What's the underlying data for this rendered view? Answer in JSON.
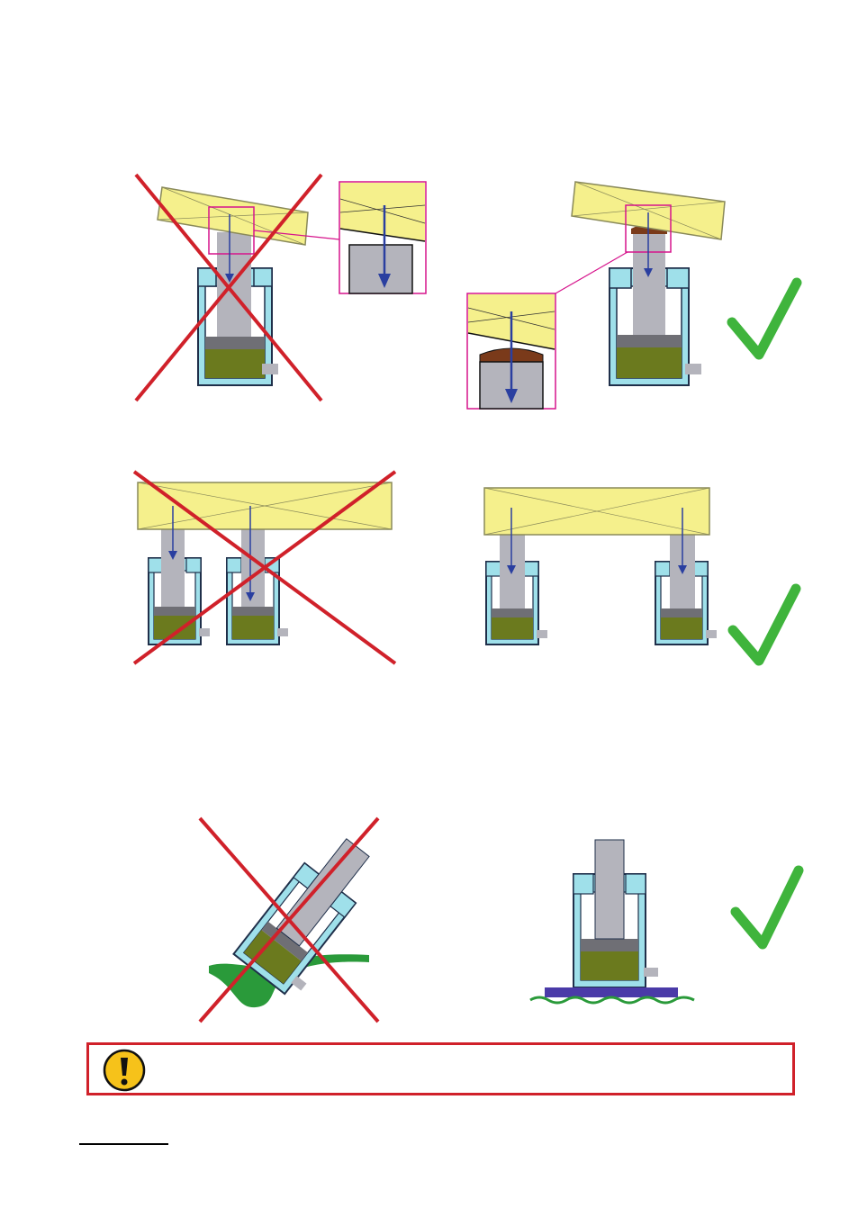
{
  "colors": {
    "load_fill": "#f5f08c",
    "load_stroke": "#8a8a5a",
    "cylinder_body": "#9fe0ea",
    "cylinder_outline": "#1f2f4a",
    "piston_rod": "#b4b4bc",
    "piston_head": "#6f6f75",
    "oil": "#6b7a1e",
    "force_arrow": "#2a3fa0",
    "saddle": "#7a3a1a",
    "zoom_frame": "#d6148c",
    "wrong_cross": "#d0212a",
    "right_check": "#3fb43c",
    "ground": "#2a9a3a",
    "base_plate": "#4a3aa8",
    "warning_border": "#d0212a",
    "warning_icon": "#f6c21a"
  },
  "panels": [
    {
      "id": "off-center-load",
      "verdict": "wrong",
      "icon": "cross-icon"
    },
    {
      "id": "saddle-load",
      "verdict": "right",
      "icon": "checkmark-icon"
    },
    {
      "id": "two-cylinders-offset",
      "verdict": "wrong",
      "icon": "cross-icon"
    },
    {
      "id": "two-cylinders-ends",
      "verdict": "right",
      "icon": "checkmark-icon"
    },
    {
      "id": "tilted-on-soft-ground",
      "verdict": "wrong",
      "icon": "cross-icon"
    },
    {
      "id": "on-base-plate",
      "verdict": "right",
      "icon": "checkmark-icon"
    }
  ],
  "warning": {
    "icon": "exclamation-warning-icon",
    "text": ""
  }
}
